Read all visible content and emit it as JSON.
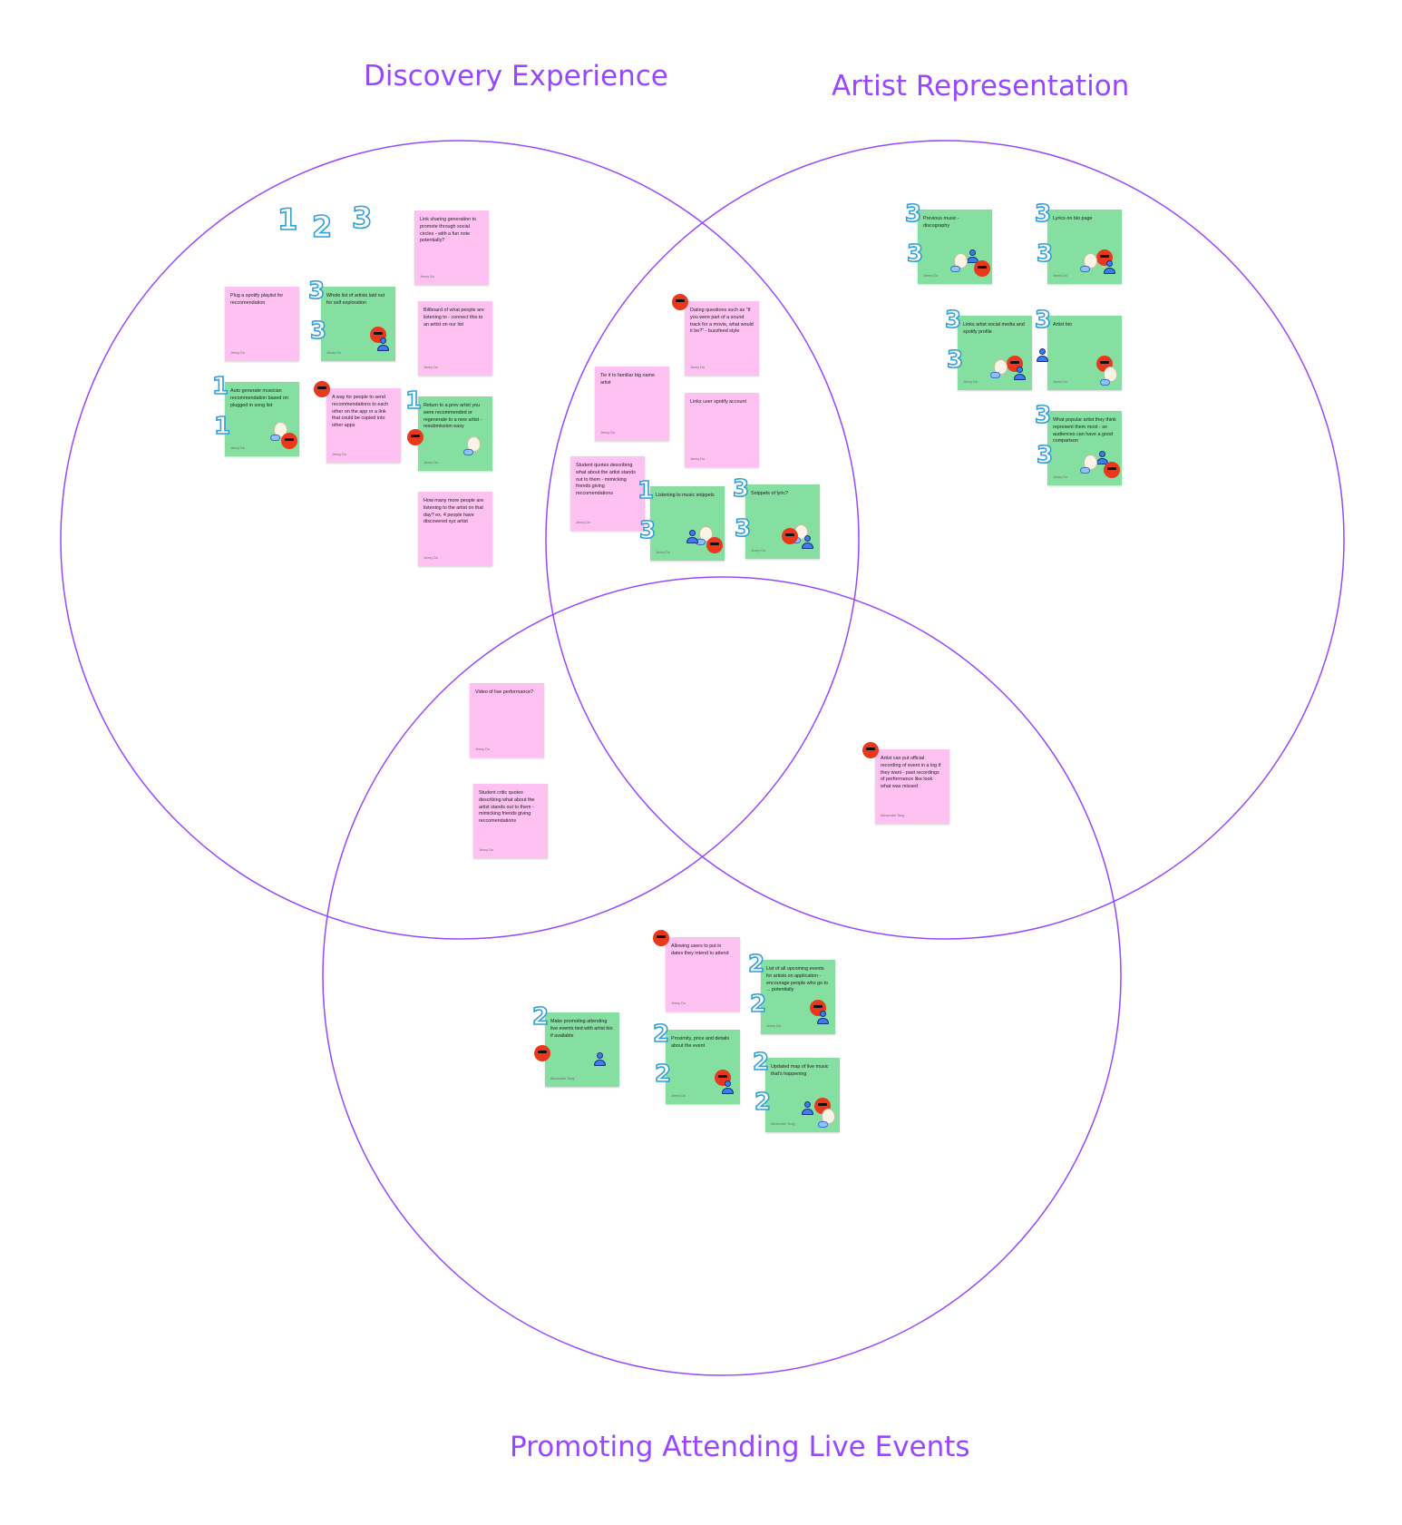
{
  "colors": {
    "accent": "#9747FF",
    "note_pink": "#FFC0F2",
    "note_green": "#84DFA0",
    "circle": "#9747FF"
  },
  "sections": [
    {
      "id": "discovery",
      "title": "Discovery Experience"
    },
    {
      "id": "artist",
      "title": "Artist Representation"
    },
    {
      "id": "live",
      "title": "Promoting Attending Live Events"
    }
  ],
  "header_stickers": [
    "1",
    "2",
    "3"
  ],
  "notes": [
    {
      "id": "link-sharing",
      "color": "pink",
      "text": "Link sharing generation to promote through social circles - with a fun note potentially?",
      "author": "Jenny Do",
      "stickers": []
    },
    {
      "id": "plug-playlist",
      "color": "pink",
      "text": "Plug a spotify playlist for reccomendation",
      "author": "Jenny Do",
      "stickers": []
    },
    {
      "id": "whole-list",
      "color": "green",
      "text": "Whole list of artists laid out for self exploration",
      "author": "Jenny Do",
      "stickers": [
        "vote-3",
        "vote-3",
        "tomato",
        "person"
      ]
    },
    {
      "id": "billboard",
      "color": "pink",
      "text": "Billboard of what people are listening to - connect this to an artist on our list",
      "author": "Jenny Do",
      "stickers": []
    },
    {
      "id": "auto-generate",
      "color": "green",
      "text": "Auto generate musician recommendation based on plugged in song list",
      "author": "Jenny Do",
      "stickers": [
        "vote-1",
        "vote-1",
        "egg",
        "tomato"
      ]
    },
    {
      "id": "way-to-send",
      "color": "pink",
      "text": "A way for people to send recommendations to each other on the app or a link that could be copied into other apps",
      "author": "Jenny Do",
      "stickers": [
        "tomato"
      ]
    },
    {
      "id": "return-prev",
      "color": "green",
      "text": "Return to a prev artist you were recommended or regenerate to a new artist - resubmission easy",
      "author": "Jenny Do",
      "stickers": [
        "vote-1",
        "tomato",
        "egg"
      ]
    },
    {
      "id": "how-many",
      "color": "pink",
      "text": "How many more people are listening to the artist on that day? ex. 4 people have discovered xyz artist",
      "author": "Jenny Do",
      "stickers": []
    },
    {
      "id": "dating-questions",
      "color": "pink",
      "text": "Dating questions such as \"if you were part of a sound track for a movie, what would it be?\" - buzzfeed style",
      "author": "Jenny Do",
      "stickers": [
        "tomato"
      ]
    },
    {
      "id": "tie-familiar",
      "color": "pink",
      "text": "Tie it to familiar big name artist",
      "author": "Jenny Do",
      "stickers": []
    },
    {
      "id": "links-spotify",
      "color": "pink",
      "text": "Links user spotify account",
      "author": "Jenny Do",
      "stickers": []
    },
    {
      "id": "student-quotes",
      "color": "pink",
      "text": "Student quotes describing what about the artist stands out to them - mimicking friends giving reccomendations",
      "author": "Jenny Do",
      "stickers": []
    },
    {
      "id": "listening-snippets",
      "color": "green",
      "text": "Listening to music snippets",
      "author": "Jenny Do",
      "stickers": [
        "vote-1",
        "vote-3",
        "egg",
        "tomato",
        "person"
      ]
    },
    {
      "id": "snippets-lyric",
      "color": "green",
      "text": "Snippets of lyric?",
      "author": "Jenny Do",
      "stickers": [
        "vote-3",
        "vote-3",
        "egg",
        "person",
        "tomato"
      ]
    },
    {
      "id": "previous-music",
      "color": "green",
      "text": "Previous music - discography",
      "author": "Jenny Do",
      "stickers": [
        "vote-3",
        "vote-3",
        "person",
        "tomato",
        "egg"
      ]
    },
    {
      "id": "lyrics-bio",
      "color": "green",
      "text": "Lyrics on bio page",
      "author": "Jenny Do",
      "stickers": [
        "vote-3",
        "vote-3",
        "tomato",
        "person",
        "egg"
      ]
    },
    {
      "id": "links-social",
      "color": "green",
      "text": "Links artist social media and spotify profile",
      "author": "Jenny Do",
      "stickers": [
        "vote-3",
        "vote-3",
        "tomato",
        "person",
        "egg"
      ]
    },
    {
      "id": "artist-bio",
      "color": "green",
      "text": "Artist bio",
      "author": "Jenny Do",
      "stickers": [
        "vote-3",
        "person",
        "tomato",
        "egg"
      ]
    },
    {
      "id": "popular-artist",
      "color": "green",
      "text": "What popular artist they think represent them most - so audiences can have a good comparison",
      "author": "Jenny Do",
      "stickers": [
        "vote-3",
        "vote-3",
        "person",
        "tomato",
        "egg"
      ]
    },
    {
      "id": "video-live",
      "color": "pink",
      "text": "Video of live performance?",
      "author": "Jenny Do",
      "stickers": []
    },
    {
      "id": "student-critic",
      "color": "pink",
      "text": "Student critic quotes describing what about the artist stands out to them - mimicking friends giving reccomendations",
      "author": "Jenny Do",
      "stickers": []
    },
    {
      "id": "official-recording",
      "color": "pink",
      "text": "Artist can put official recording of event in a log if they want - past recordings of performance like look what was missed",
      "author": "Alexander Tong",
      "stickers": [
        "tomato"
      ]
    },
    {
      "id": "allowing-dates",
      "color": "pink",
      "text": "Allowing users to put in dates they intend to attend",
      "author": "Jenny Do",
      "stickers": [
        "tomato"
      ]
    },
    {
      "id": "upcoming-events",
      "color": "green",
      "text": "List of all upcoming events for artists on application - encourage people who go to ... potentially",
      "author": "Jenny Do",
      "stickers": [
        "vote-2",
        "vote-2",
        "tomato",
        "person"
      ]
    },
    {
      "id": "make-promoting",
      "color": "green",
      "text": "Make promoting attending live events tied with artist bio if available",
      "author": "Alexander Tong",
      "stickers": [
        "vote-2",
        "tomato",
        "person"
      ]
    },
    {
      "id": "proximity-price",
      "color": "green",
      "text": "Proximity, price and details about the event",
      "author": "Jenny Do",
      "stickers": [
        "vote-2",
        "vote-2",
        "tomato",
        "person"
      ]
    },
    {
      "id": "updated-map",
      "color": "green",
      "text": "Updated map of live music that's happening",
      "author": "Alexander Tong",
      "stickers": [
        "vote-2",
        "vote-2",
        "tomato",
        "egg",
        "person"
      ]
    }
  ]
}
